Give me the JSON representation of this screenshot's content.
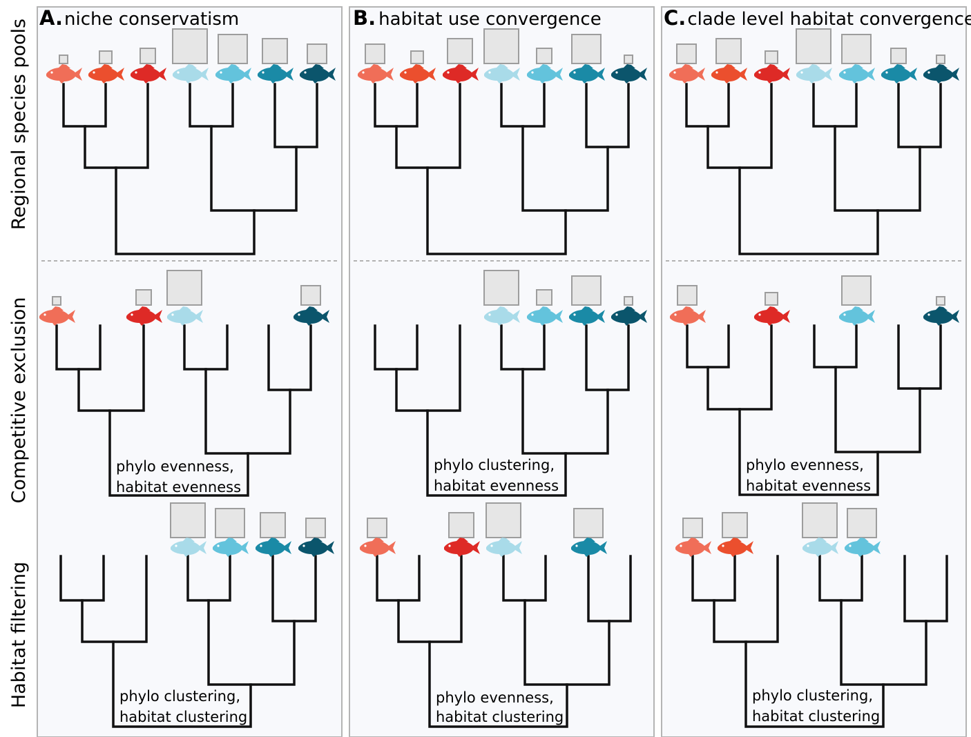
{
  "panels": [
    {
      "letter": "A.",
      "title": "niche conservatism"
    },
    {
      "letter": "B.",
      "title": "habitat use convergence"
    },
    {
      "letter": "C.",
      "title": "clade level habitat convergence"
    }
  ],
  "rows": [
    {
      "label": "Regional species pools"
    },
    {
      "label": "Competitive exclusion"
    },
    {
      "label": "Habitat filtering"
    }
  ],
  "annotations": {
    "A": {
      "competitive": [
        "phylo evenness,",
        "habitat evenness"
      ],
      "filtering": [
        "phylo clustering,",
        "habitat clustering"
      ]
    },
    "B": {
      "competitive": [
        "phylo clustering,",
        "habitat evenness"
      ],
      "filtering": [
        "phylo evenness,",
        "habitat clustering"
      ]
    },
    "C": {
      "competitive": [
        "phylo evenness,",
        "habitat evenness"
      ],
      "filtering": [
        "phylo clustering,",
        "habitat clustering"
      ]
    }
  },
  "species_colors": [
    "#f06e58",
    "#eb4f2e",
    "#de2a26",
    "#a9dbe9",
    "#63c3dc",
    "#1a8aa6",
    "#0b556c"
  ],
  "habitat_size": {
    "A": [
      1,
      2,
      3,
      7,
      6,
      5,
      4
    ],
    "B": [
      4,
      2,
      5,
      7,
      3,
      6,
      1
    ],
    "C": [
      4,
      5,
      2,
      7,
      6,
      3,
      1
    ]
  },
  "present": {
    "A": {
      "competitive": [
        0,
        2,
        3,
        6
      ],
      "filtering": [
        3,
        4,
        5,
        6
      ]
    },
    "B": {
      "competitive": [
        3,
        4,
        5,
        6
      ],
      "filtering": [
        0,
        2,
        3,
        5
      ]
    },
    "C": {
      "competitive": [
        0,
        2,
        4,
        6
      ],
      "filtering": [
        0,
        1,
        3,
        4
      ]
    }
  }
}
